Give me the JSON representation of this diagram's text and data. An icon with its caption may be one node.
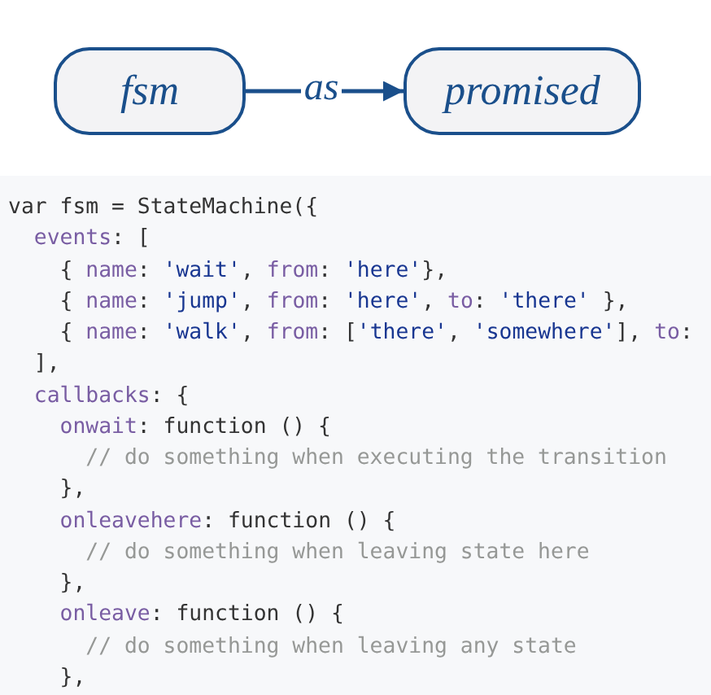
{
  "diagram": {
    "nodes": [
      {
        "text": [
          "fsm"
        ]
      },
      {
        "text": [
          "promised"
        ]
      }
    ],
    "edges": [
      {
        "from": 0,
        "to": 1,
        "arrow": "to",
        "label": "as"
      }
    ],
    "labels": [
      "var fsm = StateMachine({",
      "  events: [",
      "    { name: 'wait', from: 'here'},",
      "    { name: 'jump', from: 'here', to: 'there' },",
      "    { name: 'walk', from: ['there', 'somewhere'], to:",
      "  ],",
      "  callbacks: {",
      "    onwait: function () {",
      "      // do something when executing the transition",
      "    },",
      "    onleavehere: function () {",
      "      // do something when leaving state here",
      "    },",
      "    onleave: function () {",
      "      // do something when leaving any state",
      "    },"
    ]
  }
}
